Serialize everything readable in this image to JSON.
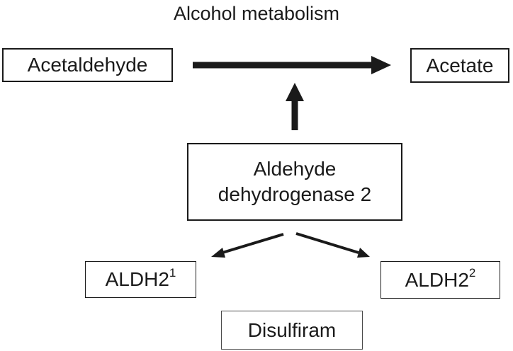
{
  "title": "Alcohol metabolism",
  "nodes": {
    "acetaldehyde": "Acetaldehyde",
    "acetate": "Acetate",
    "enzyme_line1": "Aldehyde",
    "enzyme_line2": "dehydrogenase 2",
    "aldh2_1": {
      "base": "ALDH2",
      "sup": "1"
    },
    "aldh2_2": {
      "base": "ALDH2",
      "sup": "2"
    },
    "disulfiram": "Disulfiram"
  },
  "colors": {
    "stroke": "#1a1a1a",
    "disulfiram_border": "#4a4a4a"
  }
}
